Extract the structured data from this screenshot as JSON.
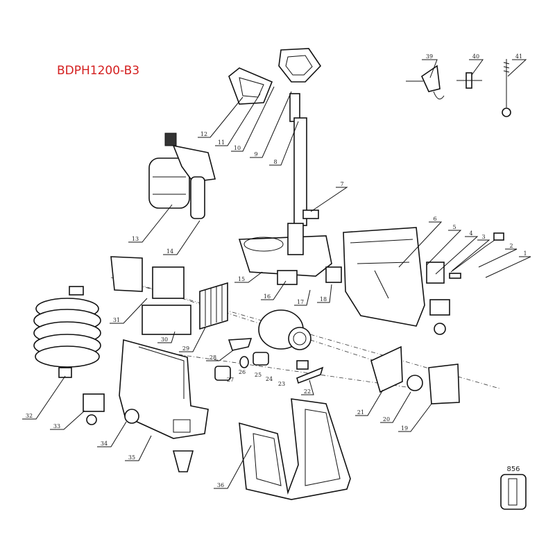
{
  "model": "BDPH1200-B3",
  "parts": {
    "1": "1",
    "2": "2",
    "3": "3",
    "4": "4",
    "5": "5",
    "6": "6",
    "7": "7",
    "8": "8",
    "9": "9",
    "10": "10",
    "11": "11",
    "12": "12",
    "13": "13",
    "14": "14",
    "15": "15",
    "16": "16",
    "17": "17",
    "18": "18",
    "19": "19",
    "20": "20",
    "21": "21",
    "22": "22",
    "23": "23",
    "24": "24",
    "25": "25",
    "26": "26",
    "27": "27",
    "28": "28",
    "29": "29",
    "30": "30",
    "31": "31",
    "32": "32",
    "33": "33",
    "34": "34",
    "35": "35",
    "36": "36",
    "39": "39",
    "40": "40",
    "41": "41"
  },
  "reference_box": "856",
  "colors": {
    "title": "#d42020",
    "line": "#111111"
  }
}
